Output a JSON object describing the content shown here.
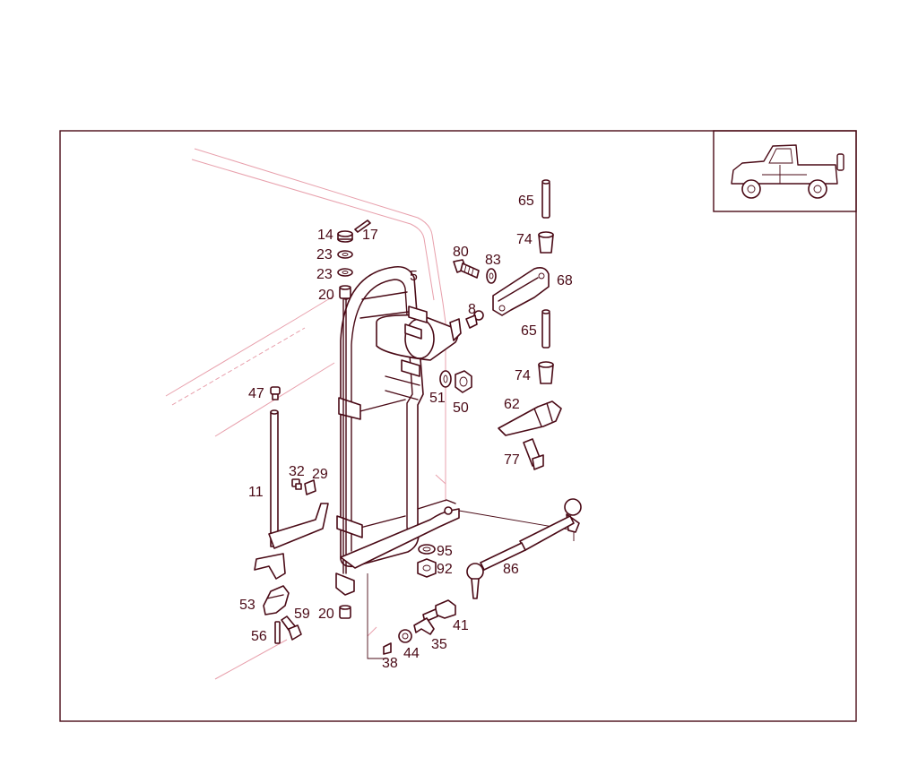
{
  "labels": {
    "p5": "5",
    "p8": "8",
    "p11": "11",
    "p14": "14",
    "p17": "17",
    "p20a": "20",
    "p20b": "20",
    "p23a": "23",
    "p23b": "23",
    "p29": "29",
    "p32": "32",
    "p35": "35",
    "p38": "38",
    "p41": "41",
    "p44": "44",
    "p47": "47",
    "p50": "50",
    "p51": "51",
    "p53": "53",
    "p56": "56",
    "p59": "59",
    "p62": "62",
    "p65a": "65",
    "p65b": "65",
    "p68": "68",
    "p74a": "74",
    "p74b": "74",
    "p77": "77",
    "p80": "80",
    "p83": "83",
    "p86": "86",
    "p92": "92",
    "p95": "95"
  },
  "thumbnail": {
    "icon": "vehicle-thumbnail-icon"
  },
  "colors": {
    "line": "#4a0a16",
    "body_outline": "#e8a0ac",
    "background": "#ffffff"
  }
}
